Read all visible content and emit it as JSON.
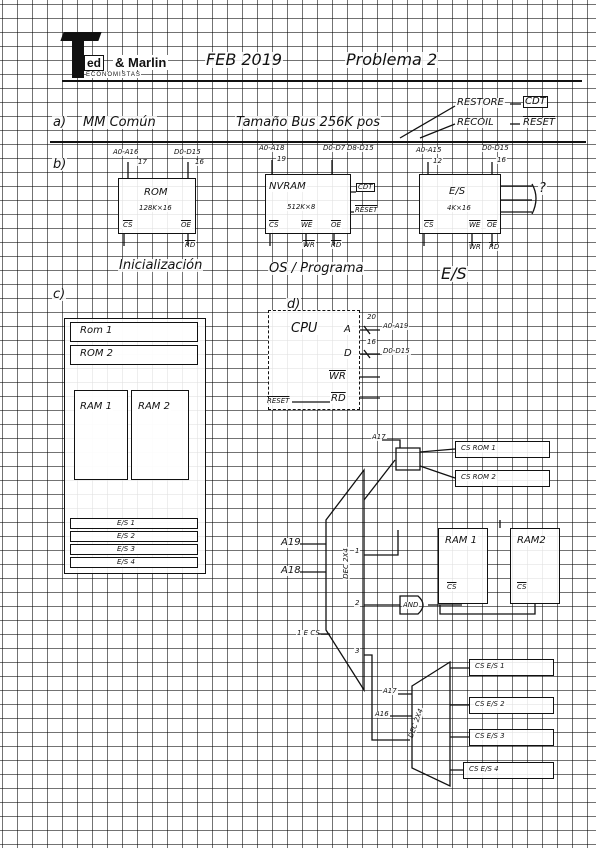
{
  "header": {
    "brand_mark": "ed",
    "brand_name": "& Marlin",
    "brand_sub": "ECONOMISTAS",
    "date": "FEB 2019",
    "problem": "Problema 2"
  },
  "part_a": {
    "label": "a)",
    "memory": "MM Común",
    "size": "Tamaño Bus 256K pos",
    "restore": "RESTORE",
    "cdt1": "CDT",
    "recoil": "RECOIL",
    "reset1": "RESET"
  },
  "part_b": {
    "label": "b)",
    "rom": {
      "addr": "A0-A16",
      "data": "D0-D15",
      "addr_w": "17",
      "data_w": "16",
      "name": "ROM",
      "size": "128K×16",
      "cs": "CS",
      "oe": "OE",
      "oe_pin": "RD",
      "role": "Inicialización"
    },
    "nvram": {
      "addr": "A0-A18",
      "data": "D0-D7",
      "data2": "D8-D15",
      "addr_w": "19",
      "name": "NVRAM",
      "size": "512K×8",
      "cs": "CS",
      "we": "WE",
      "oe": "OE",
      "we_pin": "WR",
      "oe_pin": "RD",
      "cdt": "CDT",
      "reset": "RESET",
      "role": "OS / Programa"
    },
    "es": {
      "addr": "A0-A15",
      "data": "D0-D15",
      "addr_w": "12",
      "data_w": "16",
      "name": "E/S",
      "size": "4K×16",
      "cs": "CS",
      "we": "WE",
      "oe": "OE",
      "we_pin": "WR",
      "oe_pin": "RD",
      "role": "E/S",
      "question": "?"
    }
  },
  "part_c": {
    "label": "c)",
    "rom1": "Rom 1",
    "rom2": "ROM 2",
    "ram1": "RAM 1",
    "ram2": "RAM 2",
    "es": [
      "E/S 1",
      "E/S 2",
      "E/S 3",
      "E/S 4"
    ]
  },
  "part_d": {
    "label": "d)",
    "cpu": "CPU",
    "a": "A",
    "a_w": "20",
    "a_bus": "A0-A19",
    "d": "D",
    "d_w": "16",
    "d_bus": "D0-D15",
    "wr": "WR",
    "rd": "RD",
    "reset": "RESET",
    "a17": "A17",
    "cs_rom1": "CS ROM 1",
    "cs_rom2": "CS ROM 2",
    "a19": "A19",
    "a18": "A18",
    "dec1": "DEC 2X4",
    "dec_e": "1 E CS",
    "out1": "1",
    "out2": "2",
    "out3": "3",
    "and_gate": "AND",
    "ram1": "RAM 1",
    "ram2": "RAM2",
    "cs": "CS",
    "a17b": "A17",
    "a16": "A16",
    "dec2": "DEC 2X4",
    "cs_es": [
      "CS E/S 1",
      "CS E/S 2",
      "CS E/S 3",
      "CS E/S 4"
    ]
  }
}
